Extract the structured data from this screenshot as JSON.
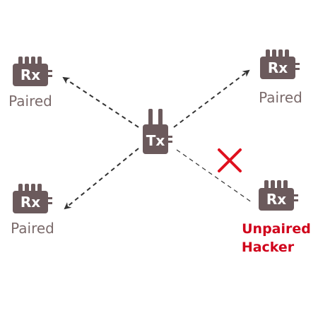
{
  "colors": {
    "device": "#6b5a5c",
    "device_text": "#ffffff",
    "status": "#7a6a6a",
    "arrow": "#333333",
    "hacker": "#d0021b",
    "cross": "#e0101e"
  },
  "transmitter": {
    "label": "Tx"
  },
  "receivers": [
    {
      "label": "Rx",
      "status": "Paired"
    },
    {
      "label": "Rx",
      "status": "Paired"
    },
    {
      "label": "Rx",
      "status": "Paired"
    }
  ],
  "hacker": {
    "label": "Rx",
    "status_line1": "Unpaired",
    "status_line2": "Hacker"
  },
  "blocked_icon": "cross-icon"
}
